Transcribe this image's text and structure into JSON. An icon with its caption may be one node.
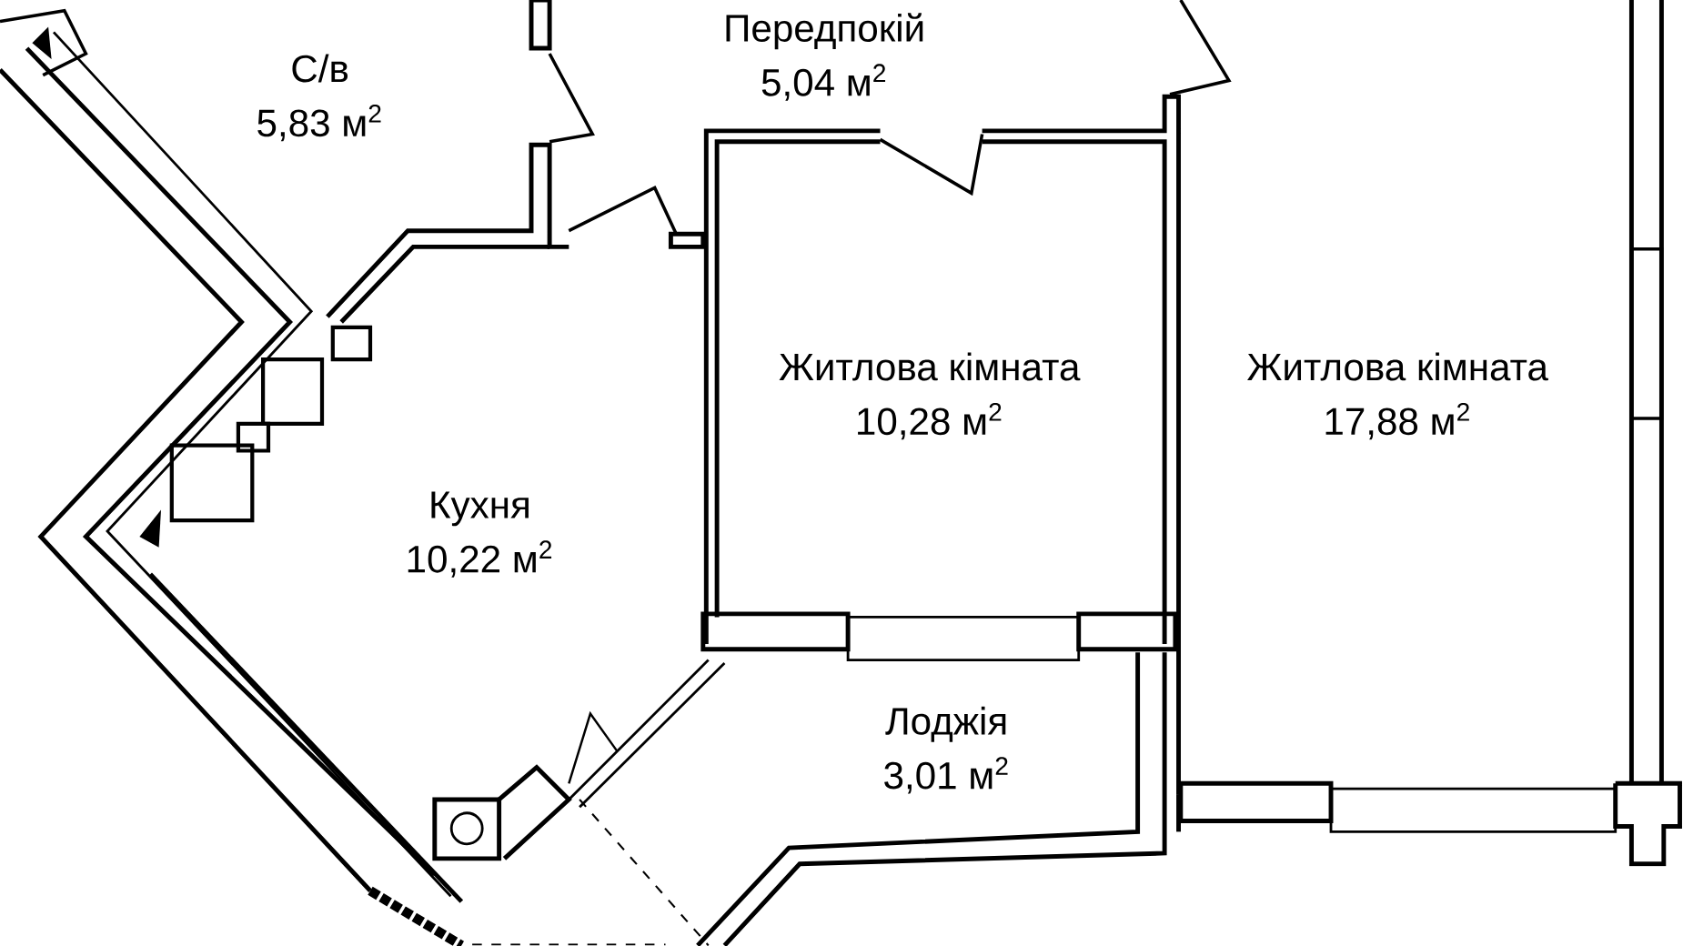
{
  "diagram": {
    "nodes": [
      {
        "text": [
          "С/в",
          "5,83 м$^{2}$"
        ]
      },
      {
        "text": [
          "Передпокій",
          "5,04 м$^{2}$"
        ]
      },
      {
        "text": [
          "Житлова кімната",
          "10,28 м$^{2}$"
        ]
      },
      {
        "text": [
          "Житлова кімната",
          "17,88 м$^{2}$"
        ]
      },
      {
        "text": [
          "Кухня",
          "10,22 м$^{2}$"
        ]
      },
      {
        "text": [
          "Лоджія",
          "3,01 м$^{2}$"
        ]
      }
    ]
  }
}
